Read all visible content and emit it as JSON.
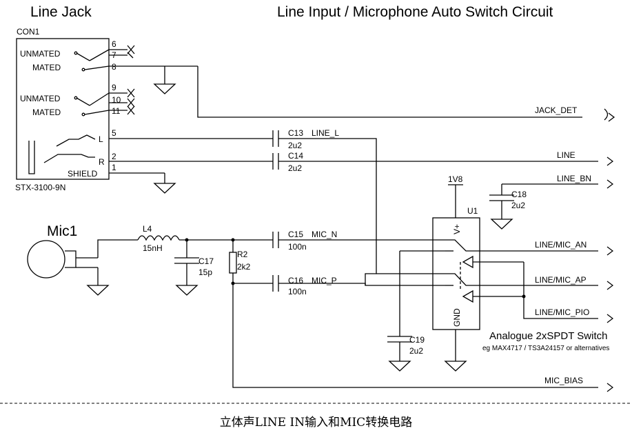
{
  "titles": {
    "line_jack": "Line Jack",
    "circuit": "Line Input / Microphone Auto Switch Circuit",
    "mic": "Mic1"
  },
  "connector": {
    "ref": "CON1",
    "part": "STX-3100-9N",
    "labels": [
      "UNMATED",
      "MATED",
      "UNMATED",
      "MATED"
    ],
    "pins": [
      "6",
      "7",
      "8",
      "9",
      "10",
      "11",
      "5",
      "2",
      "1"
    ],
    "pin_names": {
      "l": "L",
      "r": "R",
      "shield": "SHIELD"
    }
  },
  "components": {
    "c13": {
      "ref": "C13",
      "value": "2u2"
    },
    "c14": {
      "ref": "C14",
      "value": "2u2"
    },
    "c15": {
      "ref": "C15",
      "value": "100n"
    },
    "c16": {
      "ref": "C16",
      "value": "100n"
    },
    "c17": {
      "ref": "C17",
      "value": "15p"
    },
    "c18": {
      "ref": "C18",
      "value": "2u2"
    },
    "c19": {
      "ref": "C19",
      "value": "2u2"
    },
    "l4": {
      "ref": "L4",
      "value": "15nH"
    },
    "r2": {
      "ref": "R2",
      "value": "2k2"
    },
    "u1": {
      "ref": "U1",
      "vplus": "V+",
      "gnd": "GND"
    }
  },
  "nets": {
    "jack_det": "JACK_DET",
    "line_l": "LINE_L",
    "line": "LINE",
    "line_bn": "LINE_BN",
    "v1v8": "1V8",
    "mic_n": "MIC_N",
    "mic_p": "MIC_P",
    "line_mic_an": "LINE/MIC_AN",
    "line_mic_ap": "LINE/MIC_AP",
    "line_mic_pio": "LINE/MIC_PIO",
    "mic_bias": "MIC_BIAS"
  },
  "switch_note": {
    "title": "Analogue 2xSPDT Switch",
    "subtitle": "eg MAX4717  / TS3A24157 or alternatives"
  },
  "caption": "立体声LINE IN输入和MIC转换电路"
}
